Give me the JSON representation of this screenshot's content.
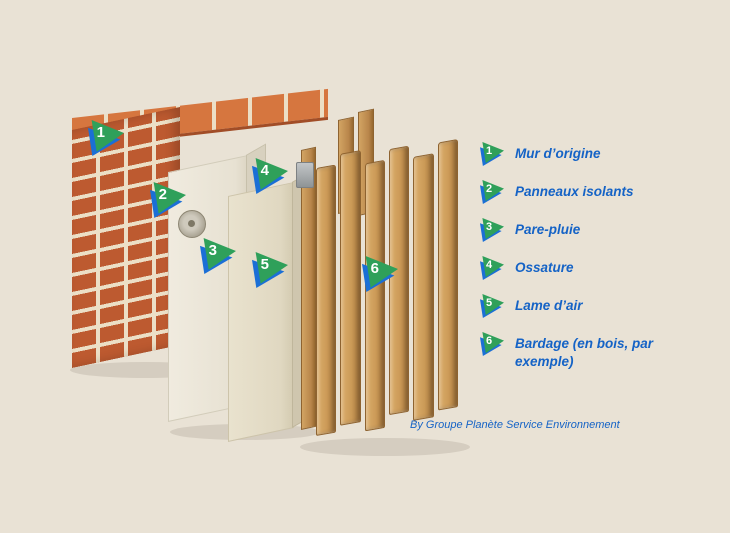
{
  "legend": {
    "items": [
      {
        "number": "1",
        "label": "Mur d’origine"
      },
      {
        "number": "2",
        "label": "Panneaux isolants"
      },
      {
        "number": "3",
        "label": "Pare-pluie"
      },
      {
        "number": "4",
        "label": "Ossature"
      },
      {
        "number": "5",
        "label": "Lame d’air"
      },
      {
        "number": "6",
        "label": "Bardage (en bois, par exemple)"
      }
    ]
  },
  "diagram": {
    "markers": [
      {
        "number": "1"
      },
      {
        "number": "2"
      },
      {
        "number": "3"
      },
      {
        "number": "4"
      },
      {
        "number": "5"
      },
      {
        "number": "6"
      }
    ]
  },
  "attribution": "By Groupe Planète Service Environnement",
  "colors": {
    "background": "#e9e2d5",
    "legend_text": "#1563c6",
    "marker_green": "#2fa05a",
    "marker_blue": "#1b6fd6",
    "brick": "#bd5a30",
    "mortar": "#ecdfc6",
    "insulation_panel": "#f0ebdf",
    "rain_screen_panel": "#e9e2ce",
    "wood": "#cb9a57"
  }
}
